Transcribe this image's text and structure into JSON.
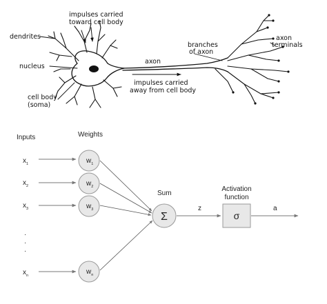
{
  "neuron": {
    "labels": {
      "impulses_toward": [
        "impulses carried",
        "toward cell body"
      ],
      "dendrites": "dendrites",
      "nucleus": "nucleus",
      "axon": "axon",
      "branches": [
        "branches",
        "of axon"
      ],
      "axon_terminals": [
        "axon",
        "terminals"
      ],
      "impulses_away": [
        "impulses carried",
        "away from cell body"
      ],
      "cell_body": [
        "cell body",
        "(soma)"
      ]
    }
  },
  "perceptron": {
    "inputs_header": "Inputs",
    "weights_header": "Weights",
    "inputs": [
      {
        "main": "x",
        "sub": "1"
      },
      {
        "main": "x",
        "sub": "2"
      },
      {
        "main": "x",
        "sub": "3"
      },
      {
        "main": "x",
        "sub": "n"
      }
    ],
    "weights": [
      {
        "main": "w",
        "sub": "1"
      },
      {
        "main": "w",
        "sub": "2"
      },
      {
        "main": "w",
        "sub": "3"
      },
      {
        "main": "w",
        "sub": "n"
      }
    ],
    "sum_label": "Sum",
    "sum_symbol": "Σ",
    "z_label": "z",
    "activation_label": [
      "Activation",
      "function"
    ],
    "activation_symbol": "σ",
    "output_label": "a",
    "ellipsis": [
      "·",
      "·",
      "·"
    ]
  }
}
